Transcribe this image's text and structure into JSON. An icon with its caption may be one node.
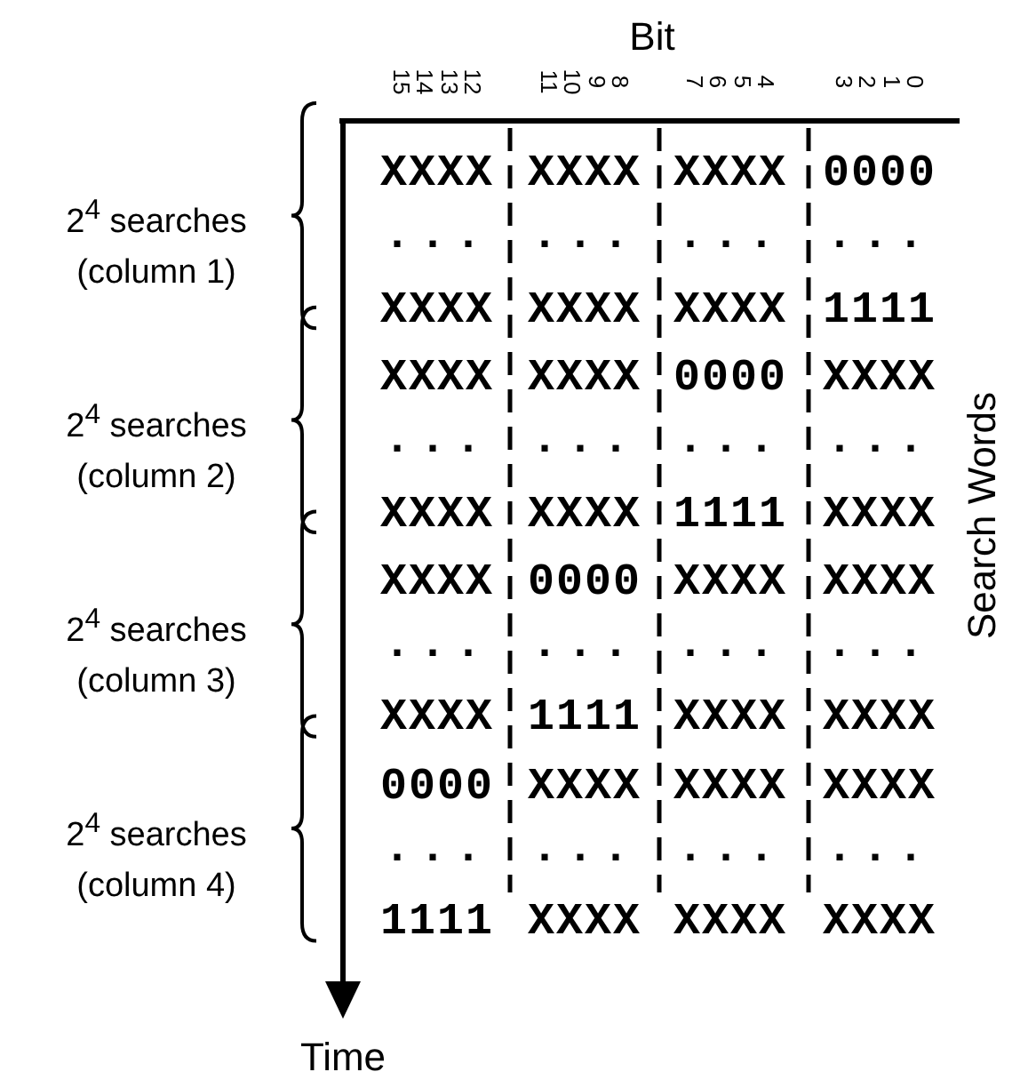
{
  "diagram": {
    "labels": [
      "Bit",
      "15",
      "14",
      "13",
      "12",
      "11",
      "10",
      "9",
      "8",
      "7",
      "6",
      "5",
      "4",
      "3",
      "2",
      "1",
      "0",
      "2$^{4}$ searches (column 1)",
      "XXXX",
      "XXXX",
      "XXXX",
      "0000",
      "...",
      "...",
      "...",
      "...",
      "XXXX",
      "XXXX",
      "XXXX",
      "1111",
      "2$^{4}$ searches (column 2)",
      "XXXX",
      "XXXX",
      "0000",
      "XXXX",
      "...",
      "...",
      "...",
      "...",
      "XXXX",
      "XXXX",
      "1111",
      "XXXX",
      "2$^{4}$ searches (column 3)",
      "XXXX",
      "0000",
      "XXXX",
      "XXXX",
      "...",
      "...",
      "...",
      "...",
      "XXXX",
      "1111",
      "XXXX",
      "XXXX",
      "2$^{4}$ searches (column 4)",
      "0000",
      "XXXX",
      "XXXX",
      "XXXX",
      "...",
      "...",
      "...",
      "...",
      "1111",
      "XXXX",
      "XXXX",
      "XXXX",
      "Search Words",
      "Time"
    ]
  }
}
